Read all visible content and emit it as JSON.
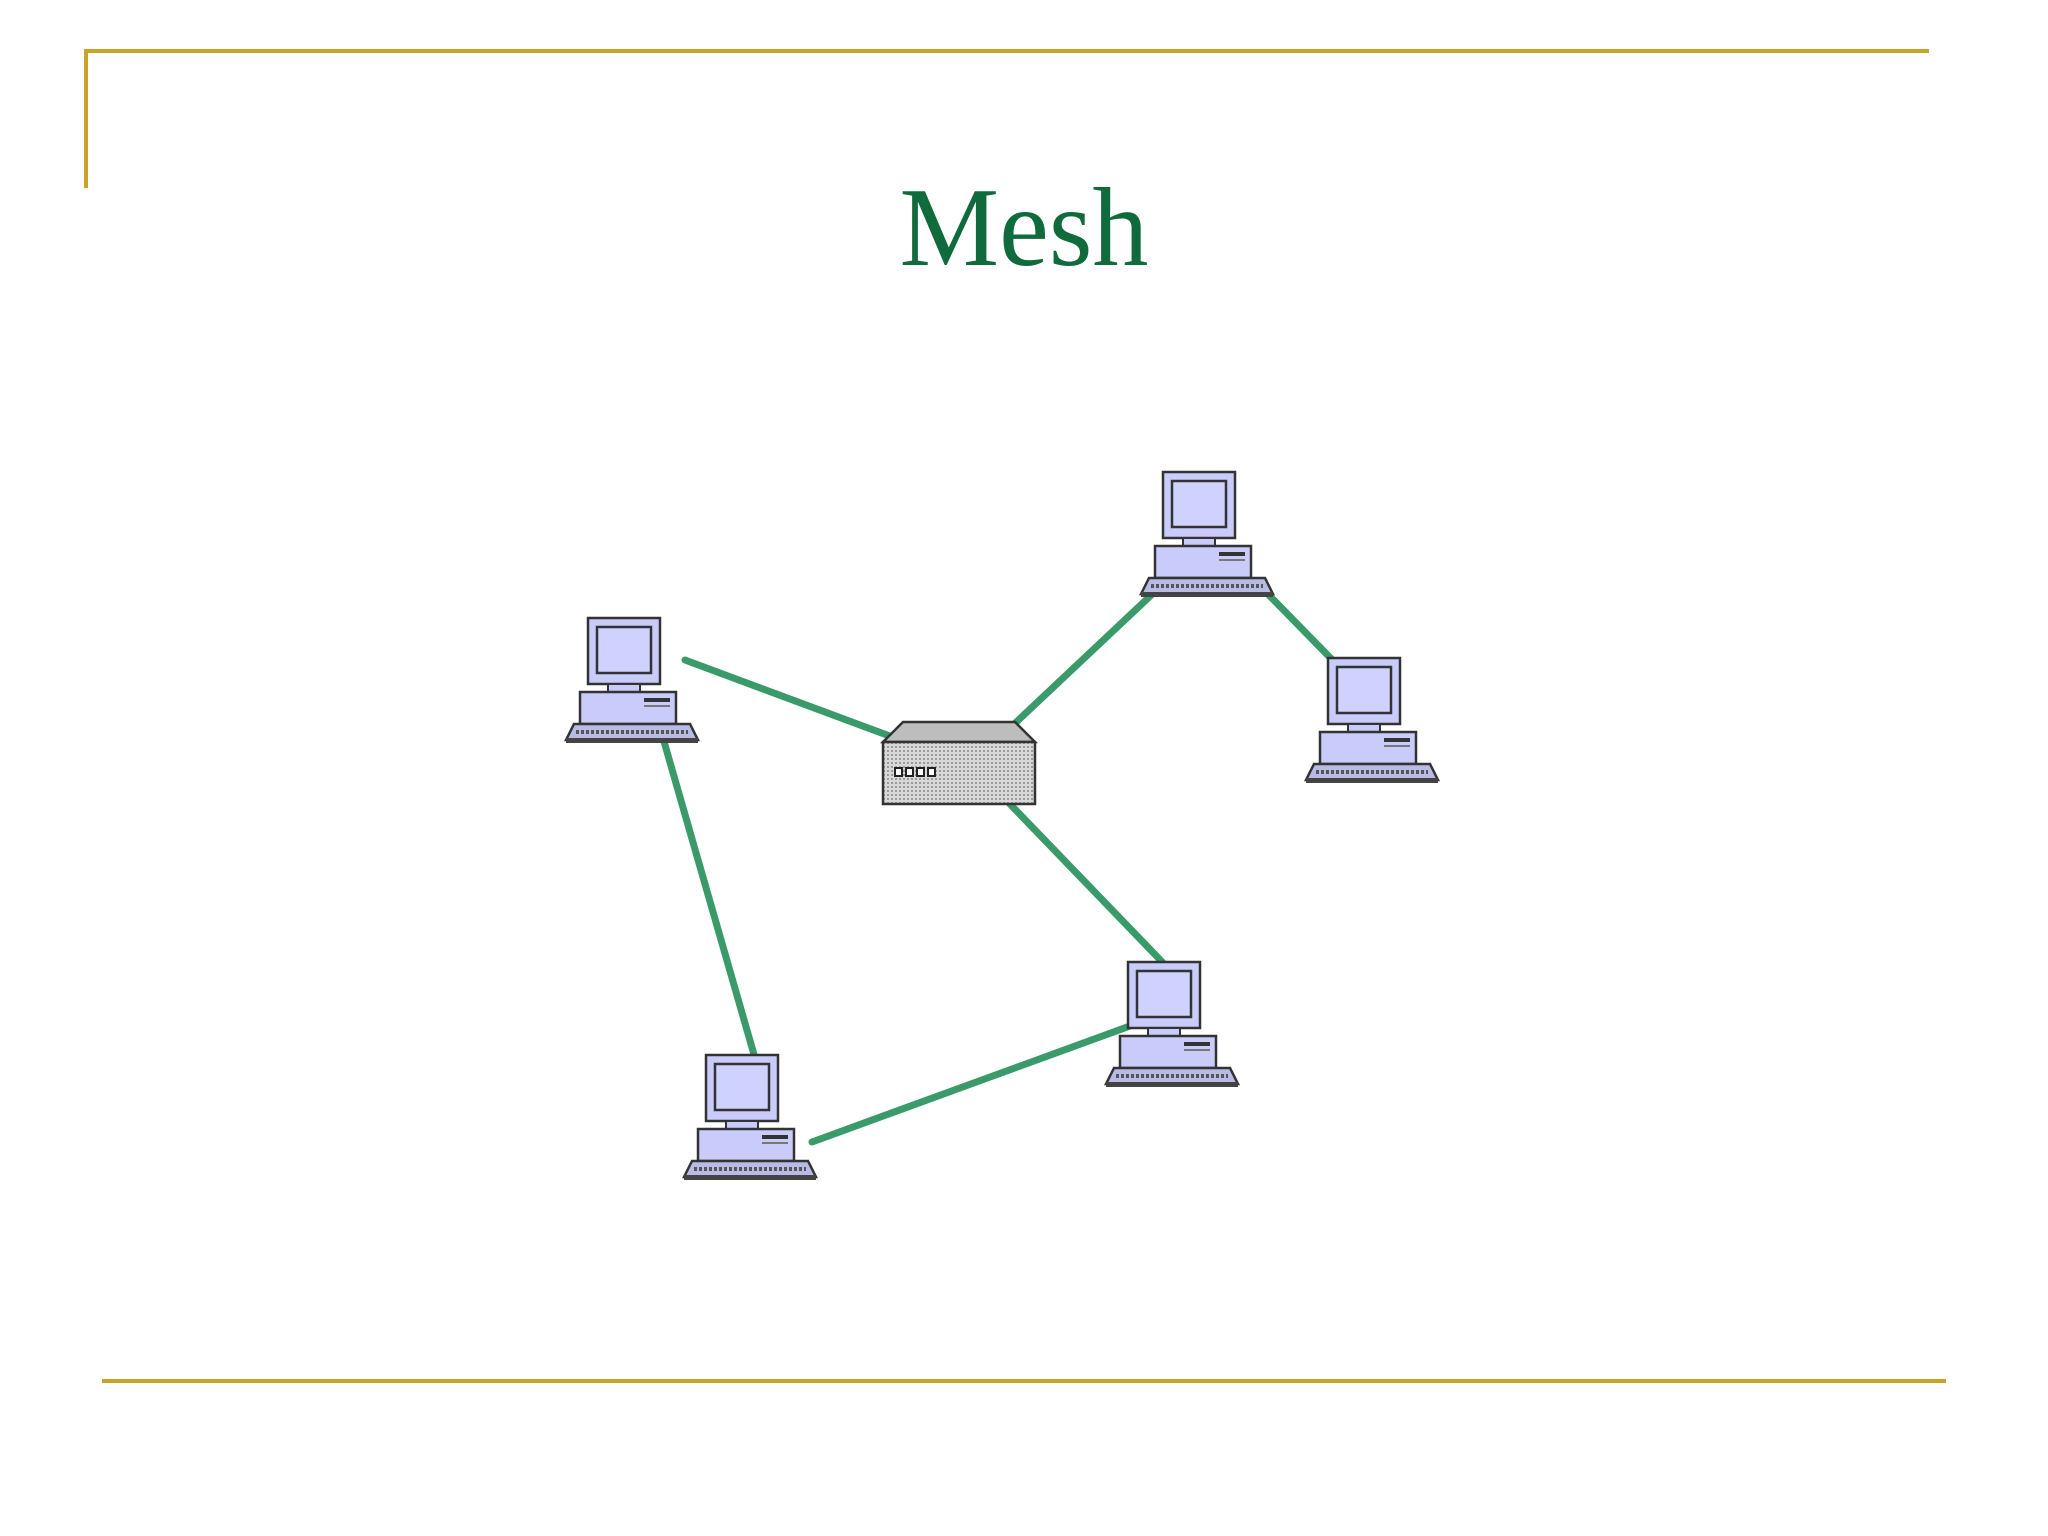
{
  "slide": {
    "title": "Mesh"
  },
  "colors": {
    "title": "#0f6b3b",
    "frame": "#c9a227",
    "link": "#3a9a6a",
    "screen": "#c9cbfa",
    "case": "#c9cbfa",
    "outline": "#333333",
    "hub_body": "#d4d4d4"
  },
  "network": {
    "hub": {
      "id": "hub",
      "name": "hub-device",
      "icon": "network-hub-icon"
    },
    "nodes": [
      {
        "id": "pc-left",
        "name": "computer-left",
        "icon": "desktop-computer-icon"
      },
      {
        "id": "pc-top-right",
        "name": "computer-top-right",
        "icon": "desktop-computer-icon"
      },
      {
        "id": "pc-far-right",
        "name": "computer-far-right",
        "icon": "desktop-computer-icon"
      },
      {
        "id": "pc-bottom-left",
        "name": "computer-bottom-left",
        "icon": "desktop-computer-icon"
      },
      {
        "id": "pc-bottom-right",
        "name": "computer-bottom-right",
        "icon": "desktop-computer-icon"
      }
    ],
    "links": [
      {
        "from": "pc-left",
        "to": "hub"
      },
      {
        "from": "hub",
        "to": "pc-top-right"
      },
      {
        "from": "pc-top-right",
        "to": "pc-far-right"
      },
      {
        "from": "hub",
        "to": "pc-bottom-right"
      },
      {
        "from": "pc-left",
        "to": "pc-bottom-left"
      },
      {
        "from": "pc-bottom-left",
        "to": "pc-bottom-right"
      }
    ]
  }
}
